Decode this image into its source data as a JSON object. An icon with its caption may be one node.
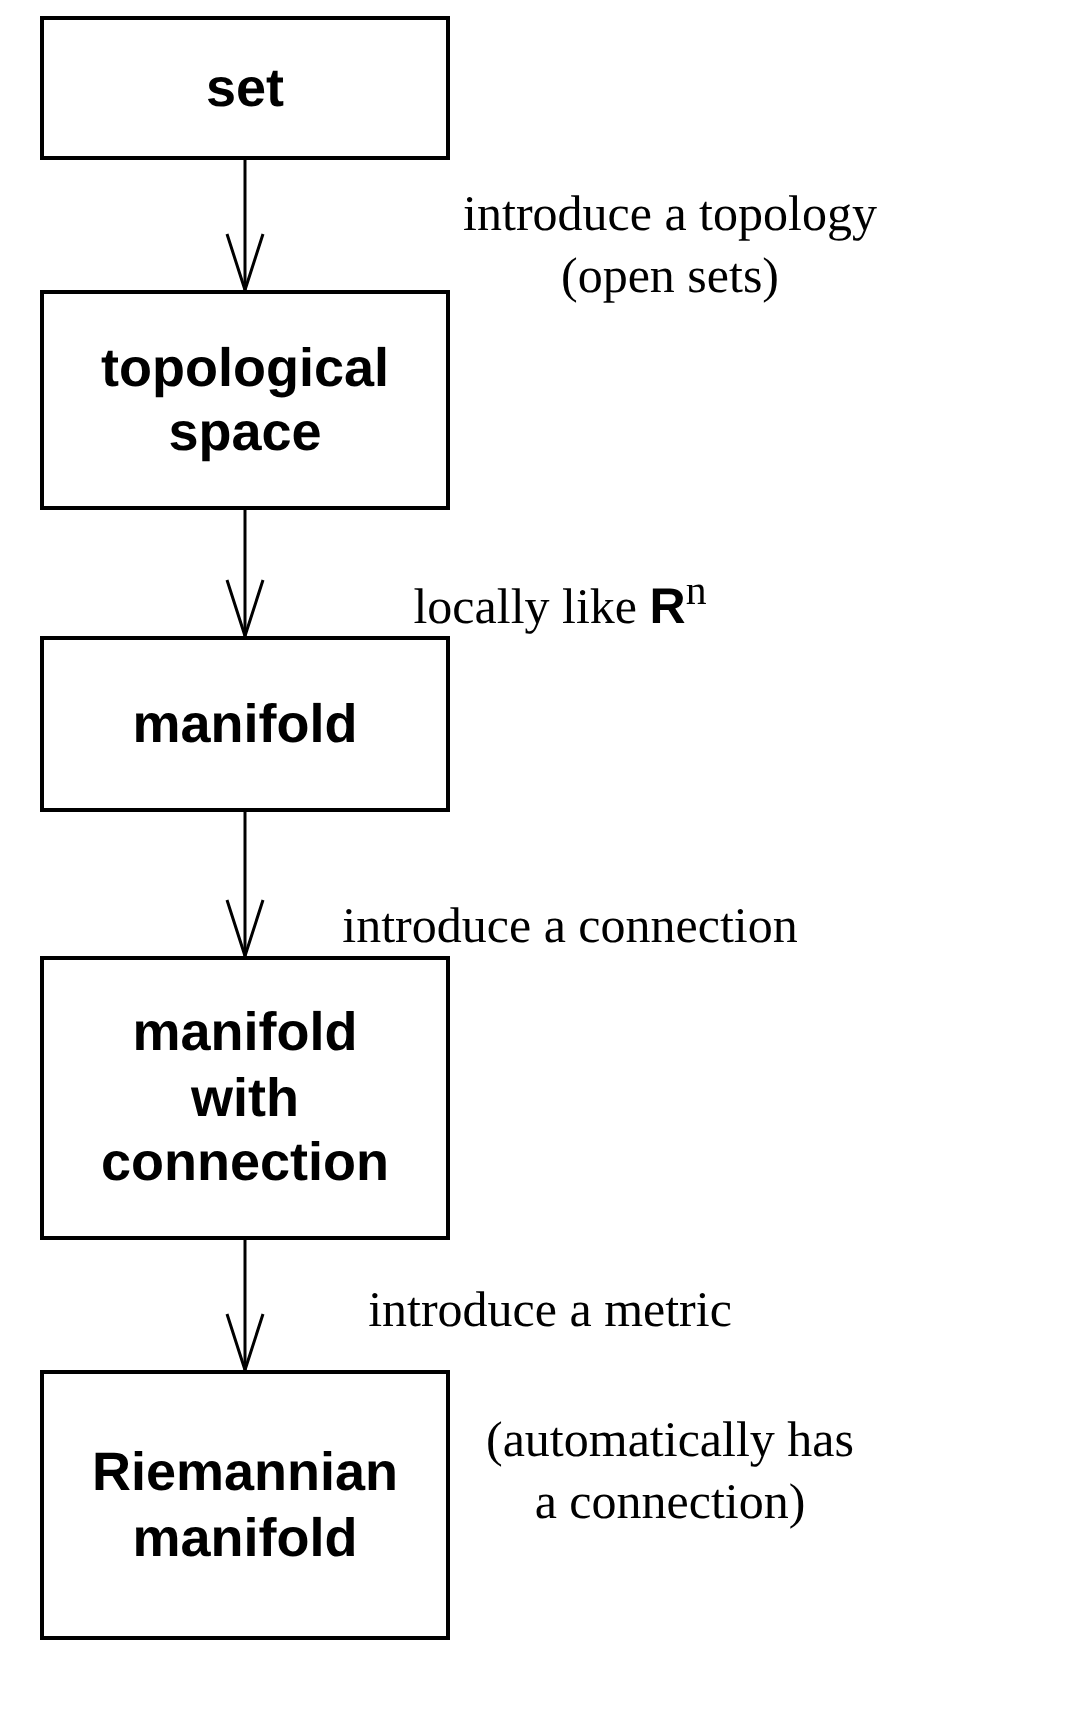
{
  "diagram": {
    "nodes": [
      {
        "text": [
          "set"
        ]
      },
      {
        "text": [
          "topological space"
        ]
      },
      {
        "text": [
          "manifold"
        ]
      },
      {
        "text": [
          "manifold with connection"
        ]
      },
      {
        "text": [
          "Riemannian manifold"
        ],
        "beside": [
          "(automatically has a connection)"
        ]
      }
    ],
    "edges": [
      {
        "from": 0,
        "to": 1,
        "arrow": "to",
        "label": "introduce a topology (open sets)"
      },
      {
        "from": 1,
        "to": 2,
        "arrow": "to",
        "label": "locally like **R**$^{n}$"
      },
      {
        "from": 2,
        "to": 3,
        "arrow": "to",
        "label": "introduce a connection"
      },
      {
        "from": 3,
        "to": 4,
        "arrow": "to",
        "label": "introduce a metric"
      }
    ]
  }
}
